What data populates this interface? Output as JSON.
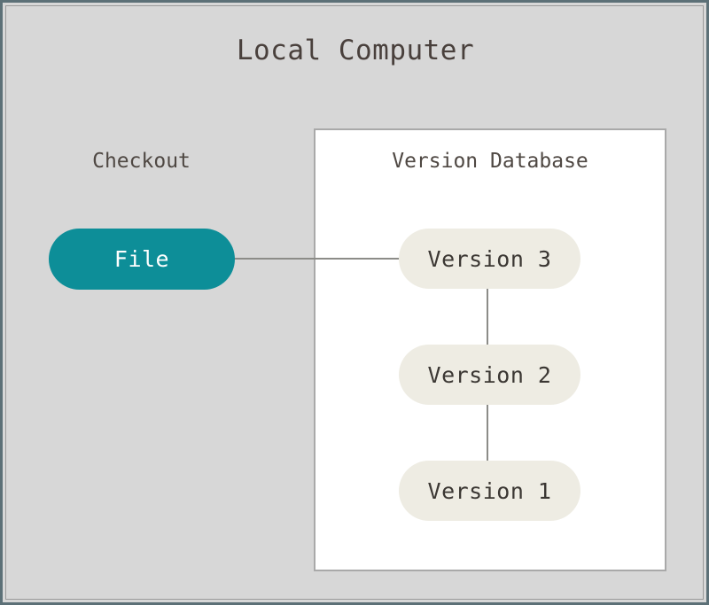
{
  "diagram": {
    "title": "Local Computer",
    "colors": {
      "frame_border": "#5c7077",
      "panel_background": "#d7d7d7",
      "panel_border": "#9a9a9a",
      "database_background": "#ffffff",
      "database_border": "#a9a9a9",
      "file_node": "#0d8e98",
      "file_node_text": "#ffffff",
      "version_node": "#eeece3",
      "version_node_text": "#3b3733",
      "connector": "#8c8c88",
      "label_text": "#4f4843"
    },
    "sections": {
      "checkout_label": "Checkout",
      "version_database_label": "Version Database"
    },
    "nodes": {
      "file": "File",
      "versions": [
        "Version 3",
        "Version 2",
        "Version 1"
      ]
    }
  }
}
